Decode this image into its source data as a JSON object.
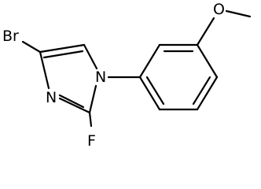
{
  "structure": {
    "atom_labels": {
      "bromine": "Br",
      "nitrogen_1": "N",
      "nitrogen_3": "N",
      "fluorine": "F",
      "oxygen": "O"
    }
  }
}
